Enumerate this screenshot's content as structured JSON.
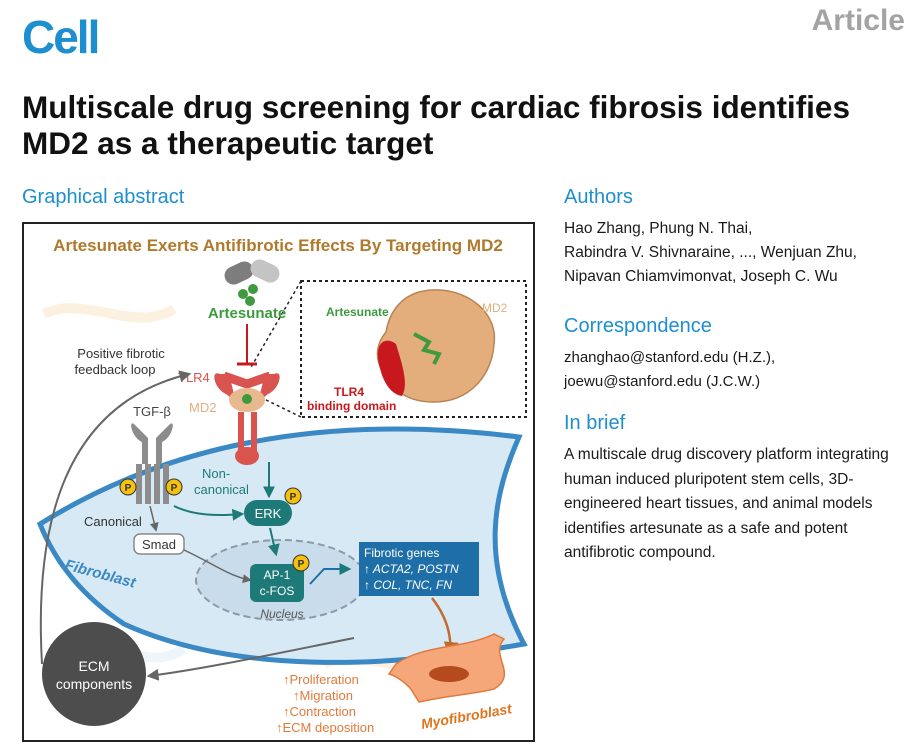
{
  "header": {
    "journal_logo": "Cell",
    "article_type": "Article"
  },
  "title": "Multiscale drug screening for cardiac fibrosis identifies MD2 as a therapeutic target",
  "graphical_abstract": {
    "heading": "Graphical abstract",
    "banner": "Artesunate Exerts Antifibrotic Effects By Targeting MD2",
    "labels": {
      "artesunate": "Artesunate",
      "positive_loop_1": "Positive fibrotic",
      "positive_loop_2": "feedback loop",
      "tlr4": "TLR4",
      "md2": "MD2",
      "tgfb": "TGF-β",
      "non_canonical_1": "Non-",
      "non_canonical_2": "canonical",
      "canonical": "Canonical",
      "erk": "ERK",
      "smad": "Smad",
      "fibroblast": "Fibroblast",
      "ap1": "AP-1",
      "cfos": "c-FOS",
      "nucleus": "Nucleus",
      "phospho": "P",
      "genes_title": "Fibrotic genes",
      "genes_1": "↑ ACTA2, POSTN",
      "genes_2": "↑ COL, TNC, FN",
      "ecm_1": "ECM",
      "ecm_2": "components",
      "effect_1": "↑Proliferation",
      "effect_2": "↑Migration",
      "effect_3": "↑Contraction",
      "effect_4": "↑ECM deposition",
      "myofibroblast": "Myofibroblast",
      "inset_artesunate": "Artesunate",
      "inset_md2": "MD2",
      "inset_tlr4_1": "TLR4",
      "inset_tlr4_2": "binding domain"
    }
  },
  "authors": {
    "heading": "Authors",
    "line_1": "Hao Zhang, Phung N. Thai,",
    "line_2": "Rabindra V. Shivnaraine, ..., Wenjuan Zhu,",
    "line_3": "Nipavan Chiamvimonvat, Joseph C. Wu"
  },
  "correspondence": {
    "heading": "Correspondence",
    "email_1": "zhanghao@stanford.edu (H.Z.),",
    "email_2": "joewu@stanford.edu (J.C.W.)"
  },
  "in_brief": {
    "heading": "In brief",
    "text": "A multiscale drug discovery platform integrating human induced pluripotent stem cells, 3D-engineered heart tissues, and animal models identifies artesunate as a safe and potent antifibrotic compound."
  },
  "colors": {
    "accent": "#1d8fcf",
    "banner": "#b07a2c",
    "artesunate_green": "#3f9a3f",
    "tlr4_red": "#d9534f",
    "md2_tan": "#e3ad7c",
    "teal": "#1e7a78",
    "phospho_yellow": "#f4c10f",
    "myofibroblast_orange": "#f08a3c"
  }
}
